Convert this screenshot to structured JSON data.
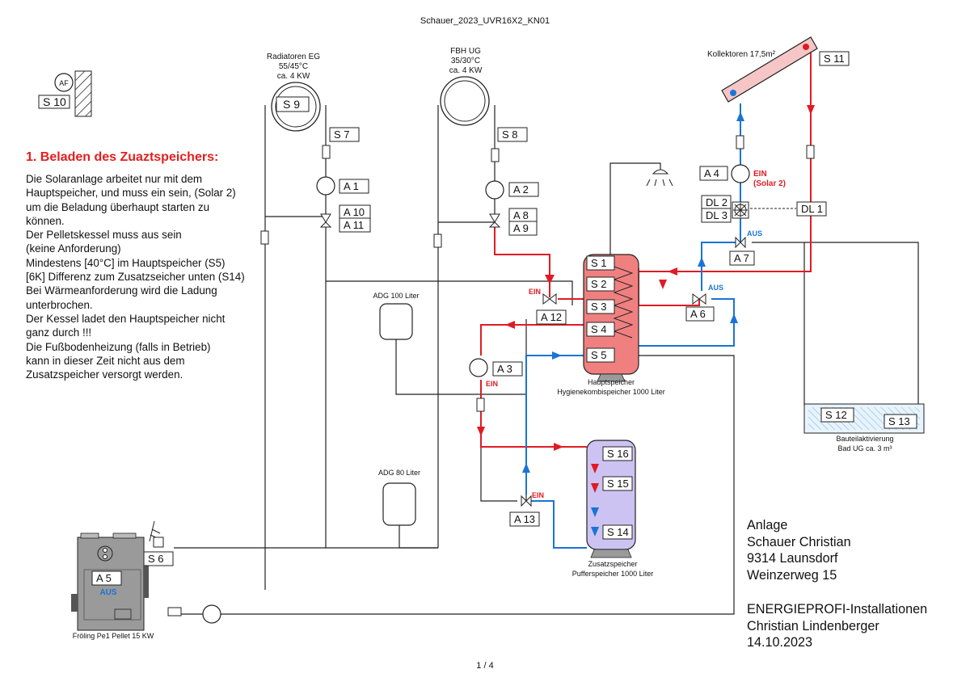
{
  "document": {
    "title": "Schauer_2023_UVR16X2_KN01",
    "page": "1 / 4"
  },
  "info": {
    "heading": "1. Beladen des Zuaztspeichers:",
    "lines": [
      "Die Solaranlage arbeitet nur mit dem",
      "Hauptspeicher, und muss ein sein, (Solar 2)",
      "um die Beladung überhaupt starten zu",
      "können.",
      "Der Pelletskessel muss aus sein",
      "(keine Anforderung)",
      "Mindestens [40°C] im Hauptspeicher (S5)",
      "[6K] Differenz zum Zusatzseicher unten (S14)",
      "Bei Wärmeanforderung wird die Ladung",
      "unterbrochen.",
      "Der Kessel ladet den Hauptspeicher nicht",
      "ganz durch !!!",
      "Die Fußbodenheizung (falls in Betrieb)",
      "kann in dieser Zeit nicht aus dem",
      "Zusatzspeicher versorgt werden."
    ]
  },
  "plant": {
    "lines": [
      "Anlage",
      "Schauer Christian",
      "9314 Launsdorf",
      "Weinzerweg 15"
    ]
  },
  "installer": {
    "lines": [
      "ENERGIEPROFI-Installationen",
      "Christian Lindenberger",
      "14.10.2023"
    ]
  },
  "colors": {
    "hot": "#e01b24",
    "cold": "#1a74d6",
    "line": "#222222",
    "main_tank": "#f08080",
    "buffer_tank": "#cdc3f3",
    "boiler": "#9a9a9a"
  },
  "components": {
    "outdoor_sensor": {
      "symbol": "AF",
      "sensor": "S 10"
    },
    "radiators": {
      "lines": [
        "Radiatoren EG",
        "55/45°C",
        "ca. 4 KW"
      ],
      "sensor": "S 9",
      "flow_sensor": "S 7",
      "pump": "A 1",
      "mixer": [
        "A 10",
        "A 11"
      ]
    },
    "floor_heating": {
      "lines": [
        "FBH UG",
        "35/30°C",
        "ca. 4 KW"
      ],
      "flow_sensor": "S 8",
      "pump": "A 2",
      "mixer": [
        "A 8",
        "A 9"
      ]
    },
    "collector": {
      "label": "Kollektoren 17,5m²",
      "sensor": "S 11",
      "pump": "A 4",
      "pump_state": "EIN",
      "pump_note": "(Solar 2)",
      "flow_sensors": [
        "DL 2",
        "DL 3"
      ],
      "dl": "DL 1",
      "valve": "A 7",
      "valve_state": "AUS"
    },
    "main_tank": {
      "sensors": [
        "S 1",
        "S 2",
        "S 3",
        "S 4",
        "S 5"
      ],
      "label_lines": [
        "Hauptspeicher",
        "Hygienekombispeicher 1000 Liter"
      ]
    },
    "valve_a12": {
      "label": "A 12",
      "state": "EIN"
    },
    "valve_a6": {
      "label": "A 6",
      "state": "AUS"
    },
    "pump_a3": {
      "label": "A 3",
      "state": "EIN"
    },
    "valve_a13": {
      "label": "A 13",
      "state": "EIN"
    },
    "expansion_100": {
      "label": "ADG 100 Liter"
    },
    "expansion_80": {
      "label": "ADG 80 Liter"
    },
    "buffer_tank": {
      "sensors": [
        "S 16",
        "S 15",
        "S 14"
      ],
      "label_lines": [
        "Zusatzspeicher",
        "Pufferspeicher 1000 Liter"
      ]
    },
    "core_activation": {
      "sensors": [
        "S 12",
        "S 13"
      ],
      "label_lines": [
        "Bauteilaktivierung",
        "Bad UG ca. 3 m³"
      ]
    },
    "boiler": {
      "output": "A 5",
      "state": "AUS",
      "sensor": "S 6",
      "label": "Fröling Pe1 Pellet 15 KW"
    }
  }
}
